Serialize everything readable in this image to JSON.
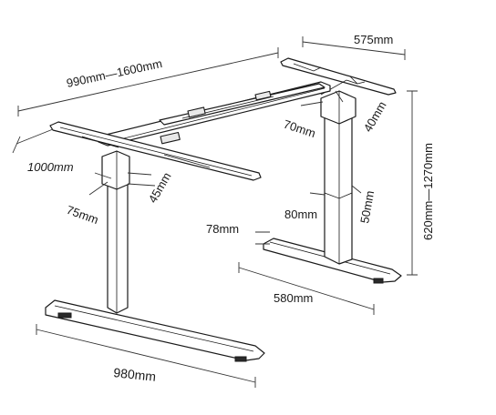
{
  "dimensions": {
    "top_length": "990mm—1600mm",
    "top_width": "575mm",
    "left_depth": "1000mm",
    "column_lower_1": "75mm",
    "column_lower_2": "45mm",
    "column_upper_1": "70mm",
    "column_upper_2": "40mm",
    "column_base_1": "80mm",
    "column_base_2": "50mm",
    "foot_height": "78mm",
    "height_range": "620mm—1270mm",
    "right_foot_length": "580mm",
    "left_foot_length": "980mm"
  },
  "colors": {
    "line": "#1a1a1a",
    "background": "#ffffff"
  }
}
